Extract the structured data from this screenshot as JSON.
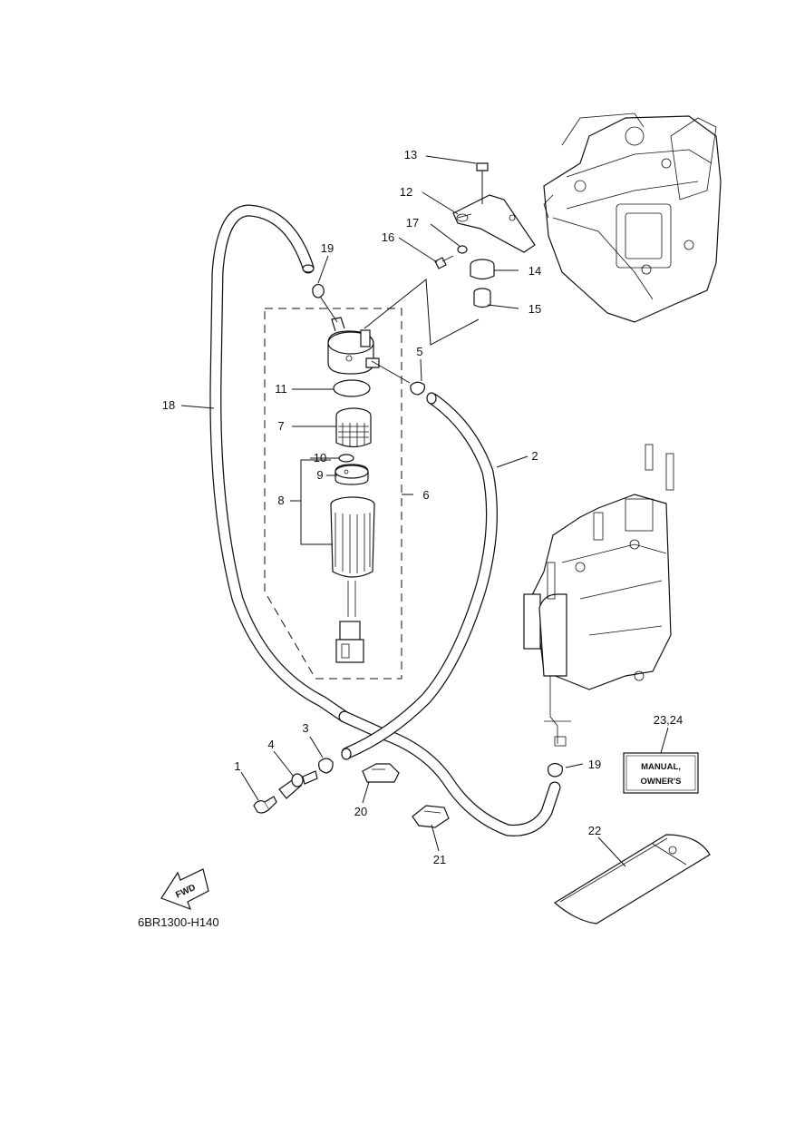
{
  "diagram": {
    "reference_code": "6BR1300-H140",
    "fwd_label": "FWD",
    "tag_text": {
      "line1": "MANUAL,",
      "line2": "OWNER'S"
    },
    "callouts": {
      "p1": "1",
      "p2": "2",
      "p3": "3",
      "p4": "4",
      "p5": "5",
      "p6": "6",
      "p7": "7",
      "p8": "8",
      "p9": "9",
      "p10": "10",
      "p11": "11",
      "p12": "12",
      "p13": "13",
      "p14": "14",
      "p15": "15",
      "p16": "16",
      "p17": "17",
      "p18": "18",
      "p19a": "19",
      "p19b": "19",
      "p20": "20",
      "p21": "21",
      "p22": "22",
      "p23_24": "23,24"
    }
  }
}
